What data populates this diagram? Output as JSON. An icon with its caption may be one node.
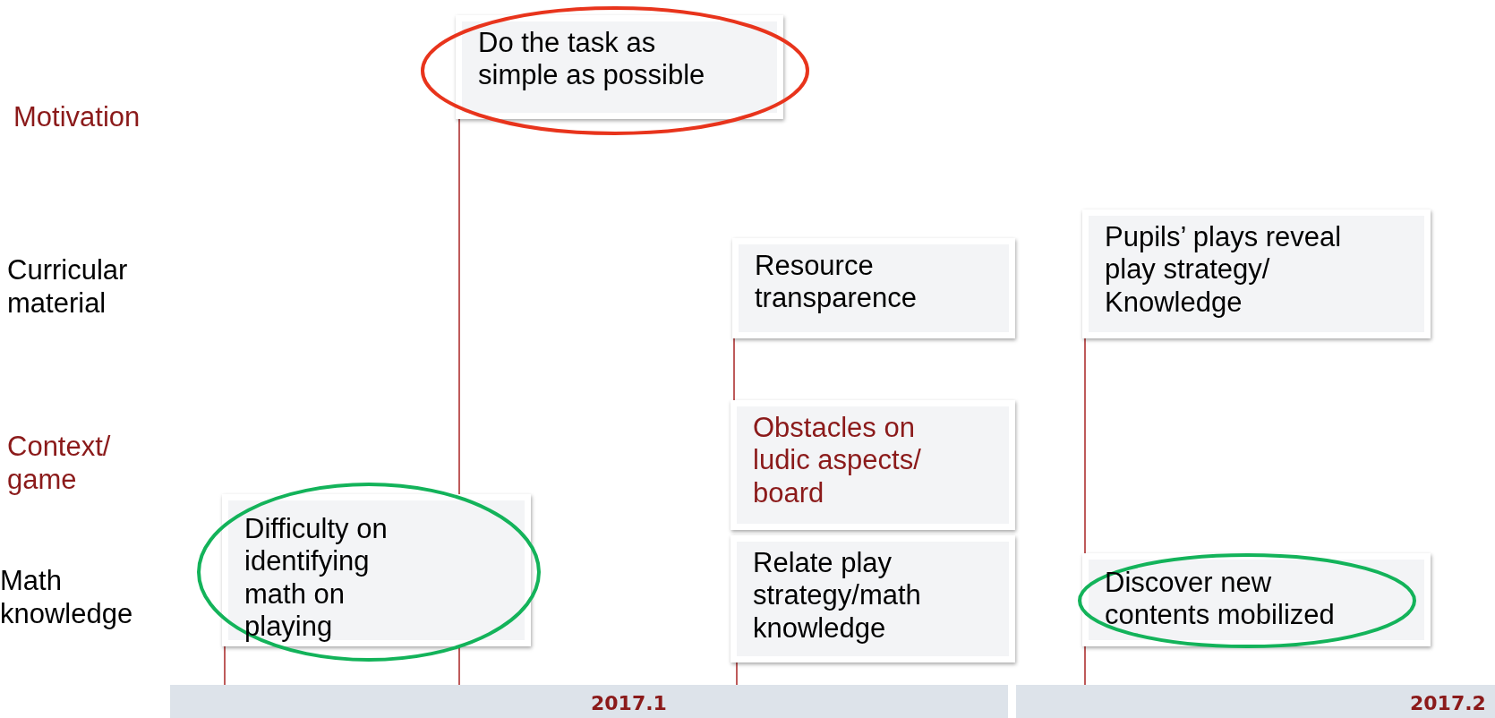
{
  "diagram": {
    "nodes": [
      {
        "text": [
          "Do the task as simple as possible"
        ]
      },
      {
        "text": [
          "Pupils’ plays reveal play strategy/ Knowledge"
        ]
      },
      {
        "text": [
          "Resource transparence"
        ]
      },
      {
        "text": [
          "Obstacles on ludic aspects/ board"
        ]
      },
      {
        "text": [
          "Difficulty on identifying math on playing"
        ]
      },
      {
        "text": [
          "Relate play strategy/math knowledge"
        ]
      },
      {
        "text": [
          "Discover new contents mobilized"
        ]
      },
      {
        "text": [
          "2017.1"
        ]
      },
      {
        "text": [
          "2017.2"
        ]
      }
    ],
    "edges": [
      {
        "from": 0,
        "to": 4,
        "arrow": "none"
      },
      {
        "from": 4,
        "to": 7,
        "arrow": "none"
      },
      {
        "from": 4,
        "to": 7,
        "arrow": "none"
      },
      {
        "from": 2,
        "to": 3,
        "arrow": "none"
      },
      {
        "from": 5,
        "to": 7,
        "arrow": "none"
      },
      {
        "from": 1,
        "to": 6,
        "arrow": "none"
      },
      {
        "from": 6,
        "to": 8,
        "arrow": "none"
      }
    ],
    "labels": [
      "Motivation",
      "Curricular material",
      "Context/ game",
      "Math knowledge"
    ]
  }
}
